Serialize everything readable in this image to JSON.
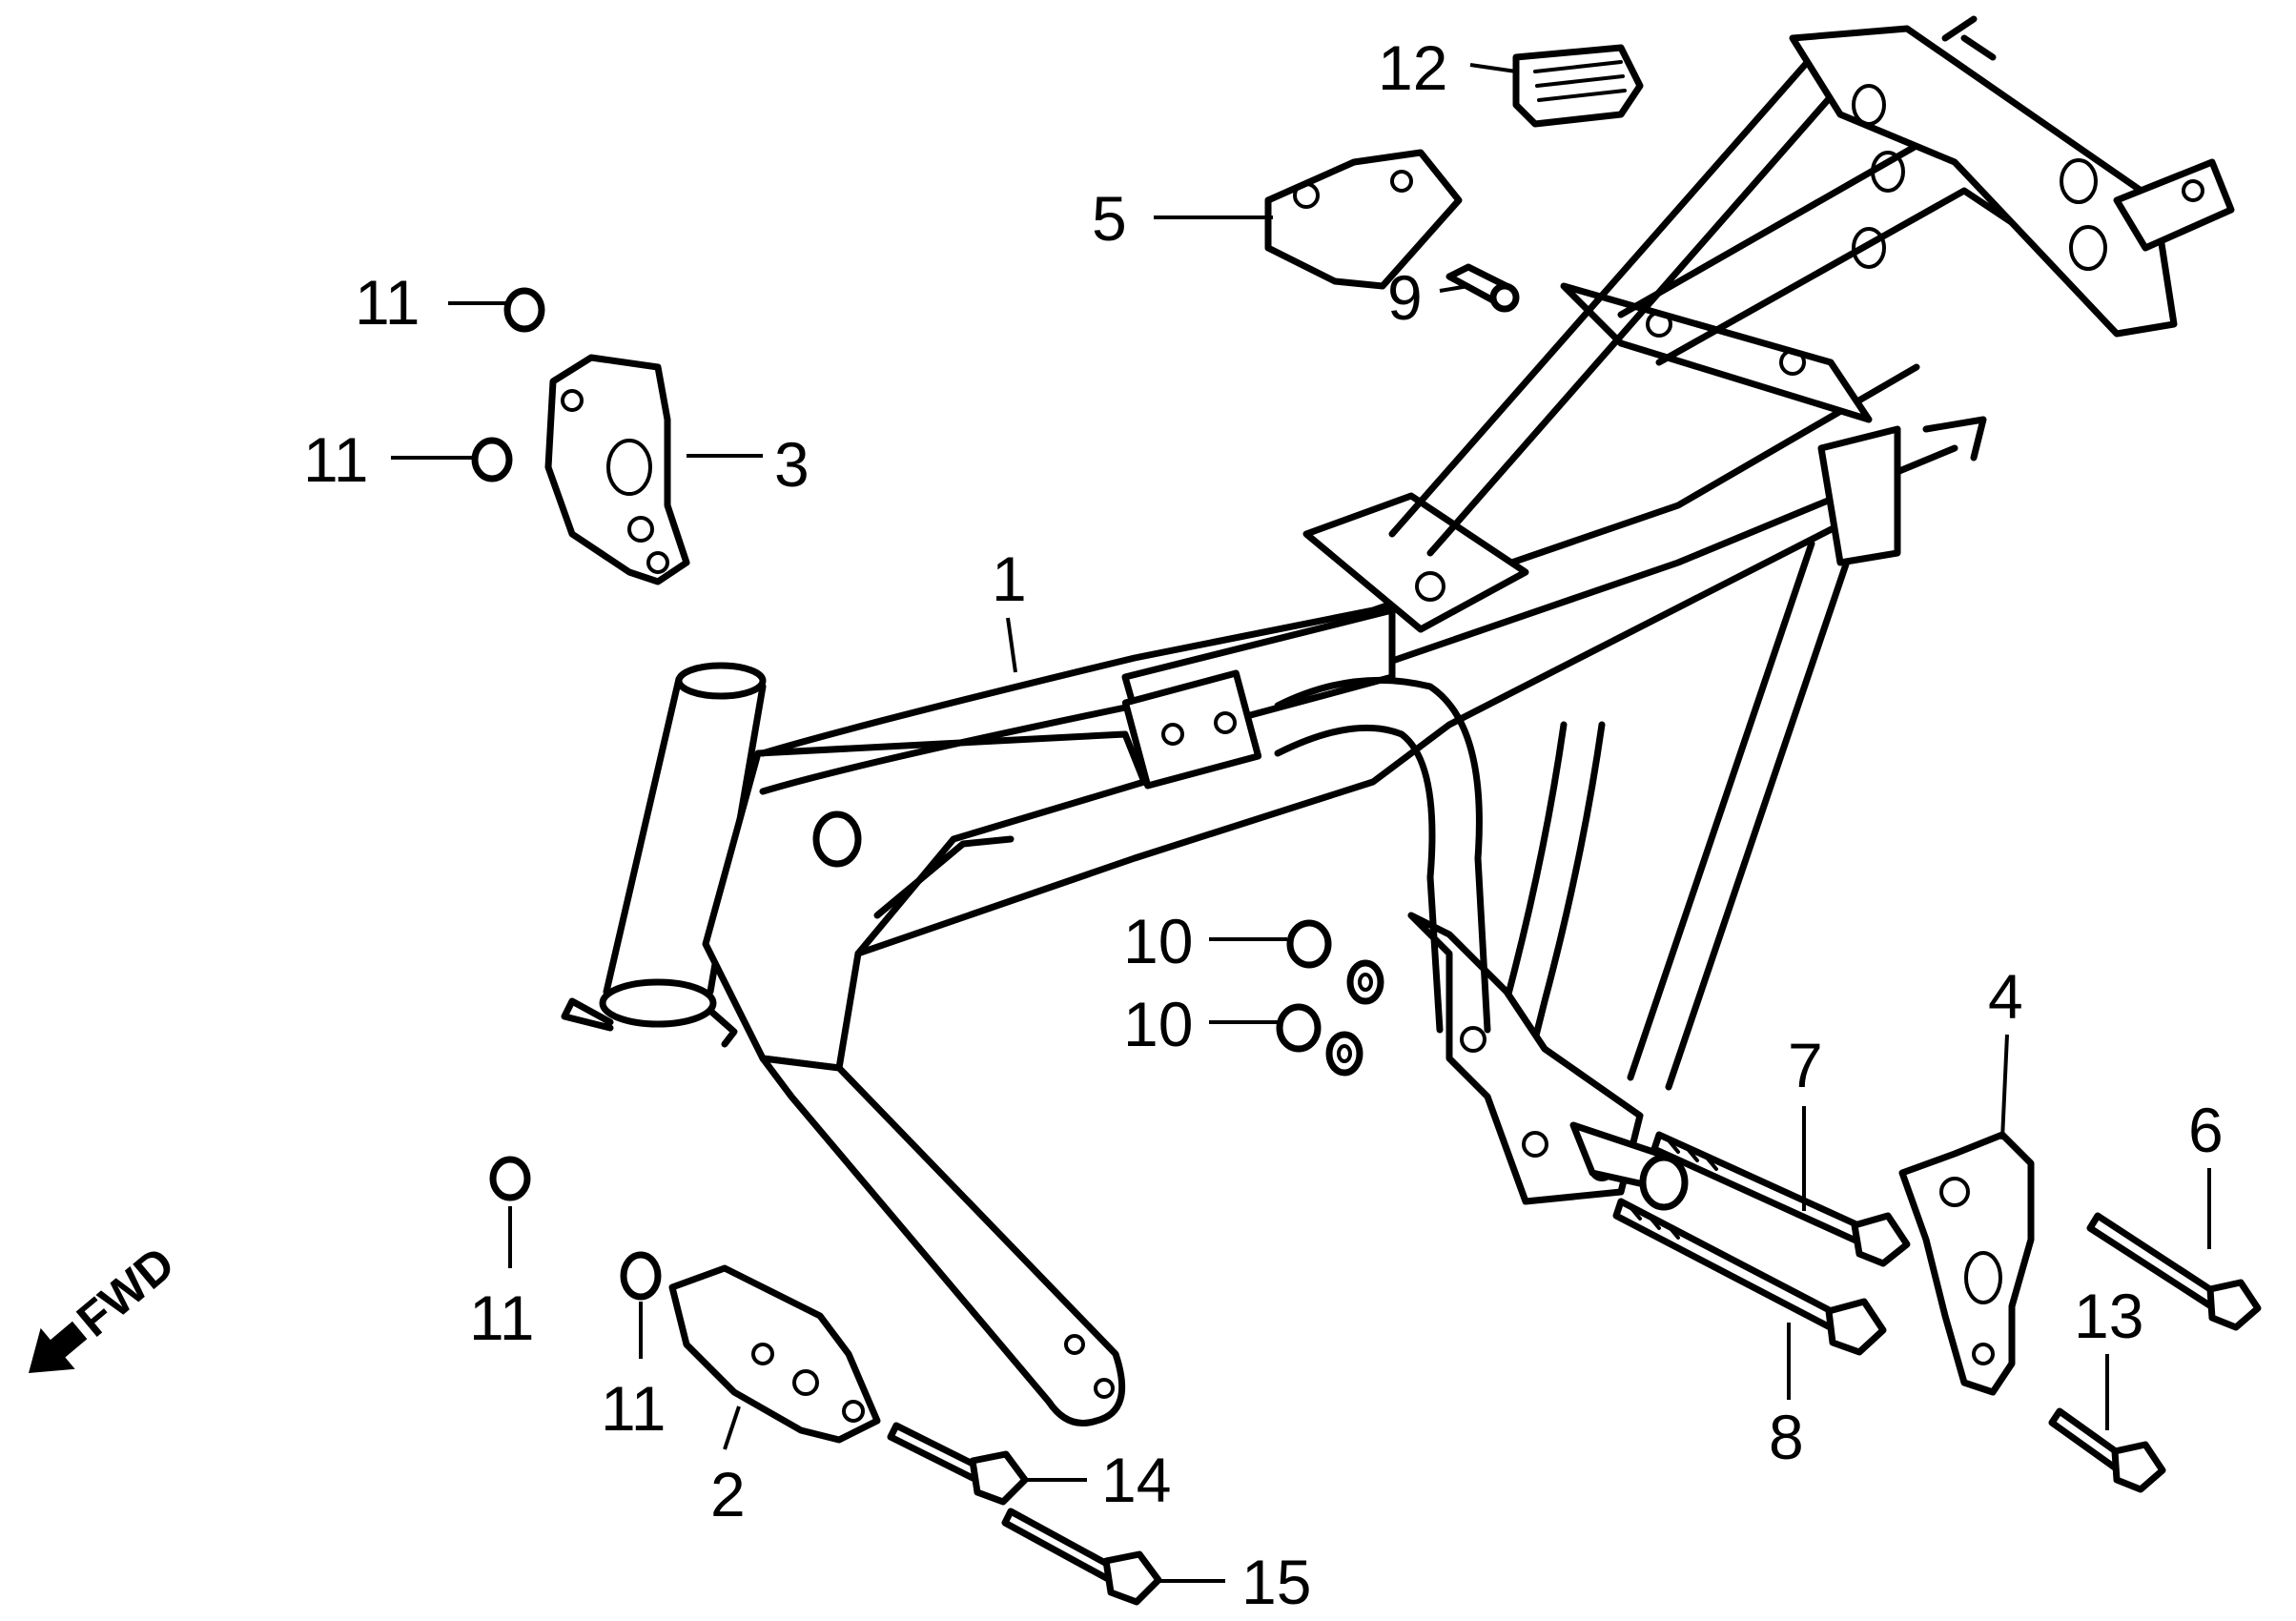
{
  "callouts": {
    "c1": "1",
    "c2": "2",
    "c3": "3",
    "c4": "4",
    "c5": "5",
    "c6": "6",
    "c7": "7",
    "c8": "8",
    "c9": "9",
    "c10a": "10",
    "c10b": "10",
    "c11a": "11",
    "c11b": "11",
    "c11c": "11",
    "c11d": "11",
    "c12": "12",
    "c13": "13",
    "c14": "14",
    "c15": "15"
  },
  "direction_marker": {
    "label": "FWD",
    "icon": "arrow-forward-icon"
  }
}
